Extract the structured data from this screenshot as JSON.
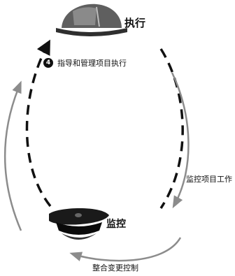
{
  "nodes": {
    "execute": {
      "label": "执行",
      "icon": "hard-hat-icon"
    },
    "monitor": {
      "label": "监控",
      "icon": "police-cap-icon"
    }
  },
  "annotations": {
    "step4": {
      "badge": "4",
      "label": "指导和管理项目执行"
    },
    "monitor_work": {
      "label": "监控项目工作"
    },
    "integrated_change": {
      "label": "整合变更控制"
    }
  },
  "colors": {
    "dash_line": "#111111",
    "gray_arrow": "#8c8c8c"
  }
}
